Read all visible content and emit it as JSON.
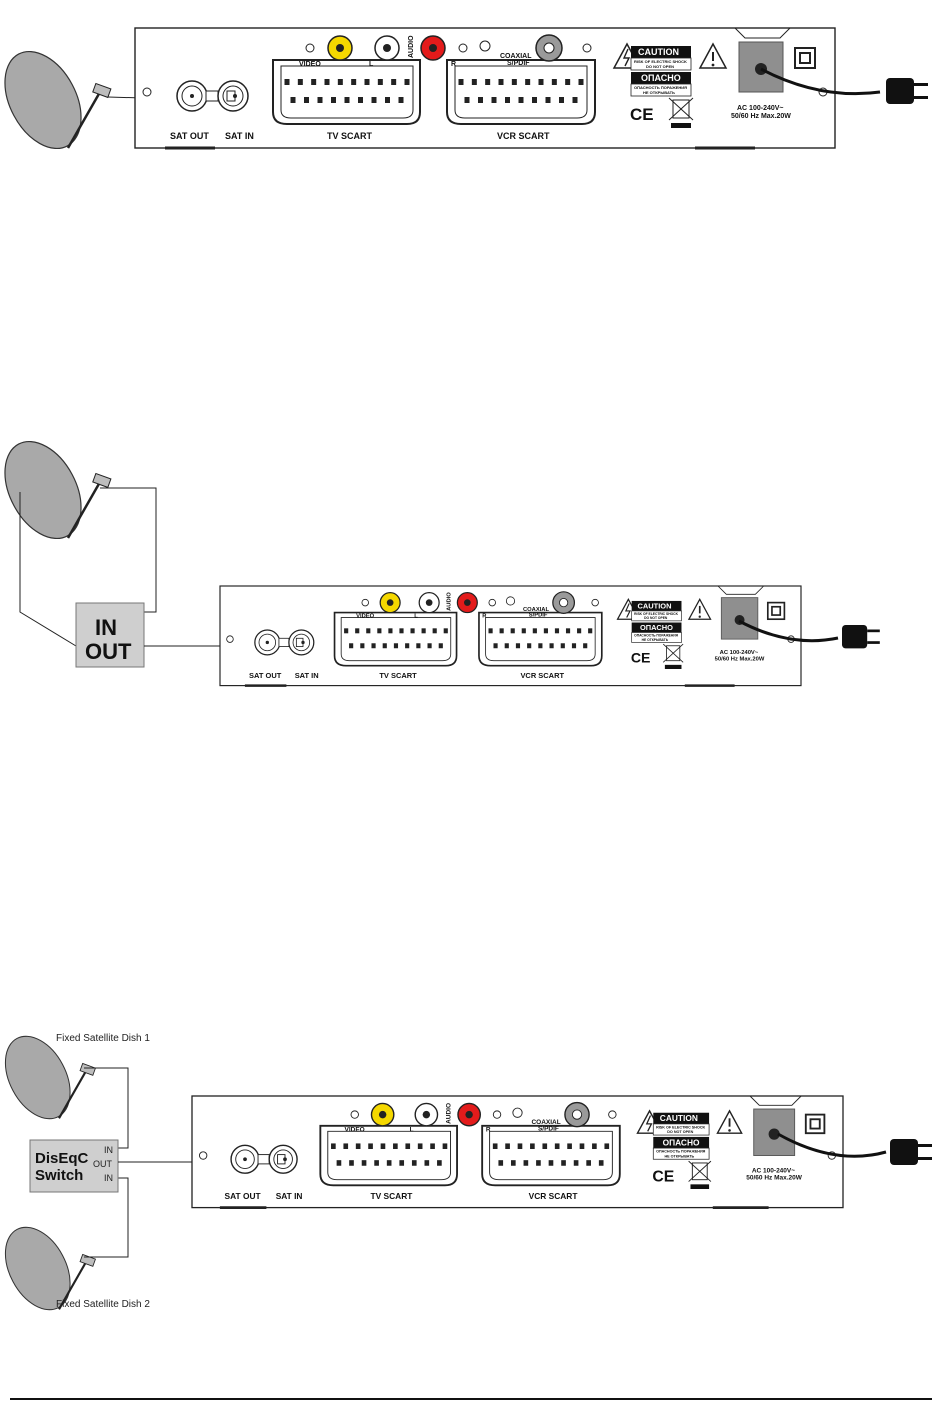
{
  "receiver": {
    "ports": {
      "sat_out": "SAT OUT",
      "sat_in": "SAT IN",
      "tv_scart": "TV SCART",
      "vcr_scart": "VCR SCART",
      "video": "VIDEO",
      "audio": "AUDIO",
      "audio_l": "L",
      "audio_r": "R",
      "coaxial": "COAXIAL",
      "spdif": "S/PDIF"
    },
    "warning": {
      "caution": "CAUTION",
      "caution_sub1": "RISK OF ELECTRIC SHOCK",
      "caution_sub2": "DO NOT OPEN",
      "danger": "ОПАСНО",
      "danger_sub1": "ОПАСНОСТЬ ПОРАЖЕНИЯ",
      "danger_sub2": "НЕ ОТКРЫВАТЬ"
    },
    "power": {
      "line1": "AC 100-240V~",
      "line2": "50/60 Hz Max.20W"
    },
    "ce_mark": "CE"
  },
  "diagram2": {
    "switch_in": "IN",
    "switch_out": "OUT"
  },
  "diagram3": {
    "dish1_label": "Fixed Satellite Dish 1",
    "dish2_label": "Fixed Satellite Dish 2",
    "switch_line1": "DisEqC",
    "switch_line2": "Switch",
    "port_in_top": "IN",
    "port_out": "OUT",
    "port_in_bottom": "IN"
  },
  "colors": {
    "video_jack": "#f5d800",
    "audio_r_jack": "#e31b1b",
    "dish_fill": "#a9a9a9",
    "box_fill": "#cfcfcf",
    "power_socket": "#8f8f8f"
  }
}
